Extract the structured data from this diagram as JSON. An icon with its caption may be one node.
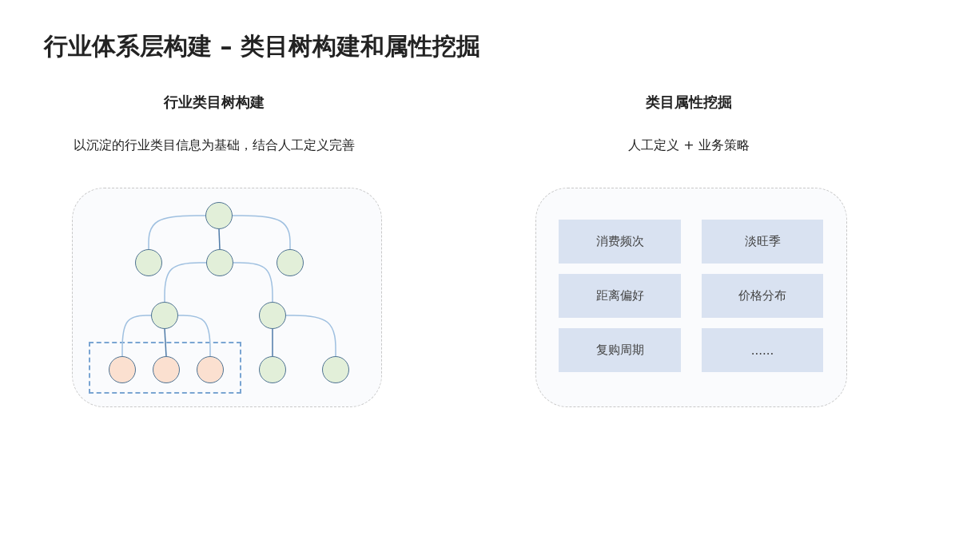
{
  "diagram": {
    "title": "行业体系层构建 – 类目树构建和属性挖掘",
    "nodes": [
      {
        "text": [
          "行业类目树构建",
          "以沉淀的行业类目信息为基础，结合人工定义完善"
        ]
      },
      {
        "text": [],
        "shape": "circle",
        "in": 0
      },
      {
        "text": [],
        "shape": "circle",
        "in": 0
      },
      {
        "text": [],
        "shape": "circle",
        "in": 0
      },
      {
        "text": [],
        "shape": "circle",
        "in": 0
      },
      {
        "text": [],
        "shape": "circle",
        "in": 0
      },
      {
        "text": [],
        "shape": "circle",
        "in": 0
      },
      {
        "text": [],
        "shape": "box",
        "in": 0
      },
      {
        "text": [],
        "shape": "circle",
        "in": 7
      },
      {
        "text": [],
        "shape": "circle",
        "in": 7
      },
      {
        "text": [],
        "shape": "circle",
        "in": 7
      },
      {
        "text": [],
        "shape": "circle",
        "in": 0
      },
      {
        "text": [],
        "shape": "circle",
        "in": 0
      },
      {
        "text": [
          "类目属性挖掘",
          "人工定义 + 业务策略"
        ]
      },
      {
        "text": [
          "消费频次"
        ],
        "in": 13
      },
      {
        "text": [
          "淡旺季"
        ],
        "in": 13
      },
      {
        "text": [
          "距离偏好"
        ],
        "in": 13
      },
      {
        "text": [
          "价格分布"
        ],
        "in": 13
      },
      {
        "text": [
          "复购周期"
        ],
        "in": 13
      },
      {
        "text": [
          "......"
        ],
        "in": 13
      }
    ],
    "edges": [
      {
        "from": 1,
        "to": 2,
        "arrow": "none"
      },
      {
        "from": 1,
        "to": 3,
        "arrow": "none"
      },
      {
        "from": 1,
        "to": 4,
        "arrow": "none"
      },
      {
        "from": 3,
        "to": 5,
        "arrow": "none"
      },
      {
        "from": 3,
        "to": 6,
        "arrow": "none"
      },
      {
        "from": 5,
        "to": 8,
        "arrow": "none"
      },
      {
        "from": 5,
        "to": 9,
        "arrow": "none"
      },
      {
        "from": 5,
        "to": 10,
        "arrow": "none"
      },
      {
        "from": 6,
        "to": 11,
        "arrow": "none"
      },
      {
        "from": 6,
        "to": 12,
        "arrow": "none"
      }
    ]
  }
}
